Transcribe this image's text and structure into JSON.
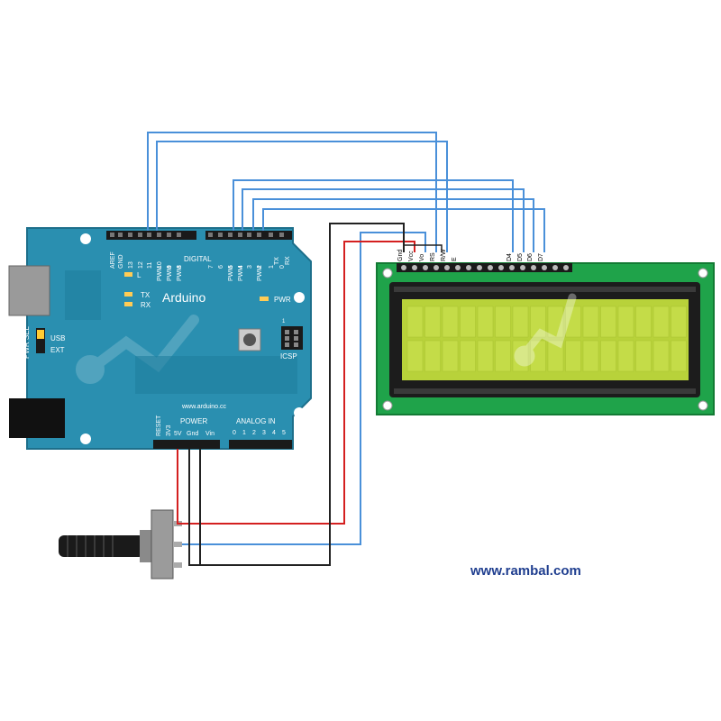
{
  "arduino": {
    "top_header_labels": [
      "AREF",
      "GND",
      "13",
      "12",
      "11",
      "10",
      "9",
      "8",
      "7",
      "6",
      "5",
      "4",
      "3",
      "2",
      "1",
      "0"
    ],
    "pwm_labels": [
      "PWM",
      "PWM",
      "PWM",
      "PWM",
      "PWM",
      "PWM"
    ],
    "digital_label": "DIGITAL",
    "tx_label": "TX",
    "rx_label": "RX",
    "l_led": "L",
    "tx_led": "TX",
    "rx_led": "RX",
    "brand": "Arduino",
    "pwr": "PWR",
    "icsp": "ICSP",
    "icsp_one": "1",
    "pwr_sel": "PWR SEL",
    "usb": "USB",
    "ext": "EXT",
    "url": "www.arduino.cc",
    "reset": "RESET",
    "v33": "3V3",
    "power": "POWER",
    "v5": "5V",
    "gnd": "Gnd",
    "vin": "Vin",
    "analog_in": "ANALOG IN",
    "analog_pins": [
      "0",
      "1",
      "2",
      "3",
      "4",
      "5"
    ]
  },
  "lcd": {
    "pin_labels": [
      "Gnd",
      "Vcc",
      "Vo",
      "RS",
      "R/W",
      "E",
      "D4",
      "D5",
      "D6",
      "D7"
    ]
  },
  "footer": {
    "website": "www.rambal.com"
  },
  "colors": {
    "board_blue": "#2a8fb0",
    "lcd_pcb": "#1fa34a",
    "lcd_screen": "#b8d23a",
    "wire_blue": "#4a90d9",
    "wire_red": "#d42020",
    "wire_black": "#222222"
  }
}
